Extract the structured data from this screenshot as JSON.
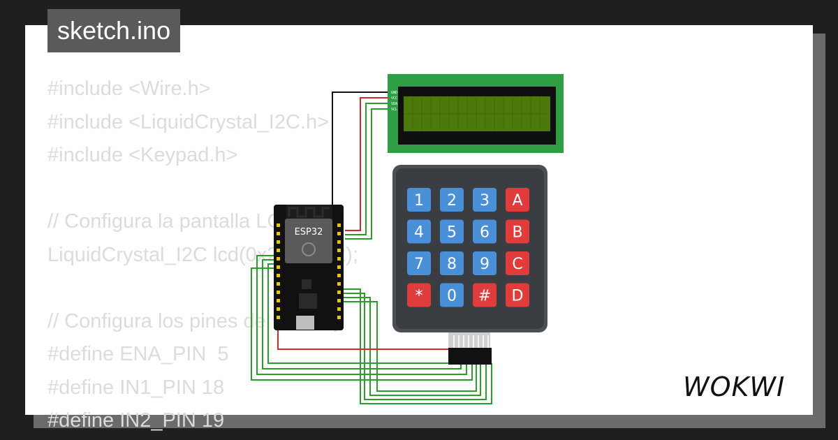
{
  "title": "sketch.ino",
  "code_lines": [
    "#include <Wire.h>",
    "#include <LiquidCrystal_I2C.h>",
    "#include <Keypad.h>",
    "",
    "// Configura la pantalla LCD",
    "LiquidCrystal_I2C lcd(0x27, 16, 2);",
    "",
    "// Configura los pines del motor y",
    "#define ENA_PIN  5",
    "#define IN1_PIN 18",
    "#define IN2_PIN 19"
  ],
  "esp32": {
    "label": "ESP32"
  },
  "lcd": {
    "pins": [
      "GND",
      "VCC",
      "SDA",
      "SCL"
    ],
    "color": "#2f9e44",
    "screen_color": "#4c7a0a"
  },
  "keypad": {
    "keys": [
      [
        "1",
        "2",
        "3",
        "A"
      ],
      [
        "4",
        "5",
        "6",
        "B"
      ],
      [
        "7",
        "8",
        "9",
        "C"
      ],
      [
        "*",
        "0",
        "#",
        "D"
      ]
    ],
    "digit_color": "#4a90d9",
    "letter_color": "#e03c3c"
  },
  "brand": "WOKWI"
}
